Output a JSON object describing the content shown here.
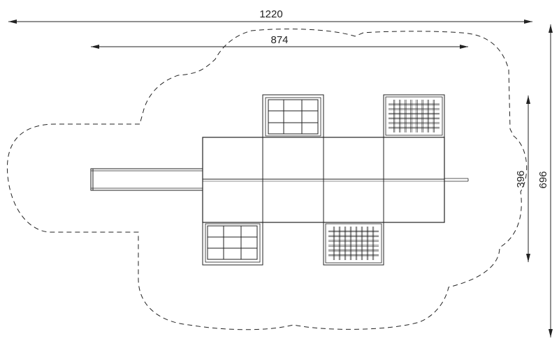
{
  "dimensions": {
    "overall_length": "1220",
    "platform_length": "874",
    "platform_width": "396",
    "overall_width": "696"
  },
  "colors": {
    "line": "#222222",
    "background": "#ffffff"
  }
}
